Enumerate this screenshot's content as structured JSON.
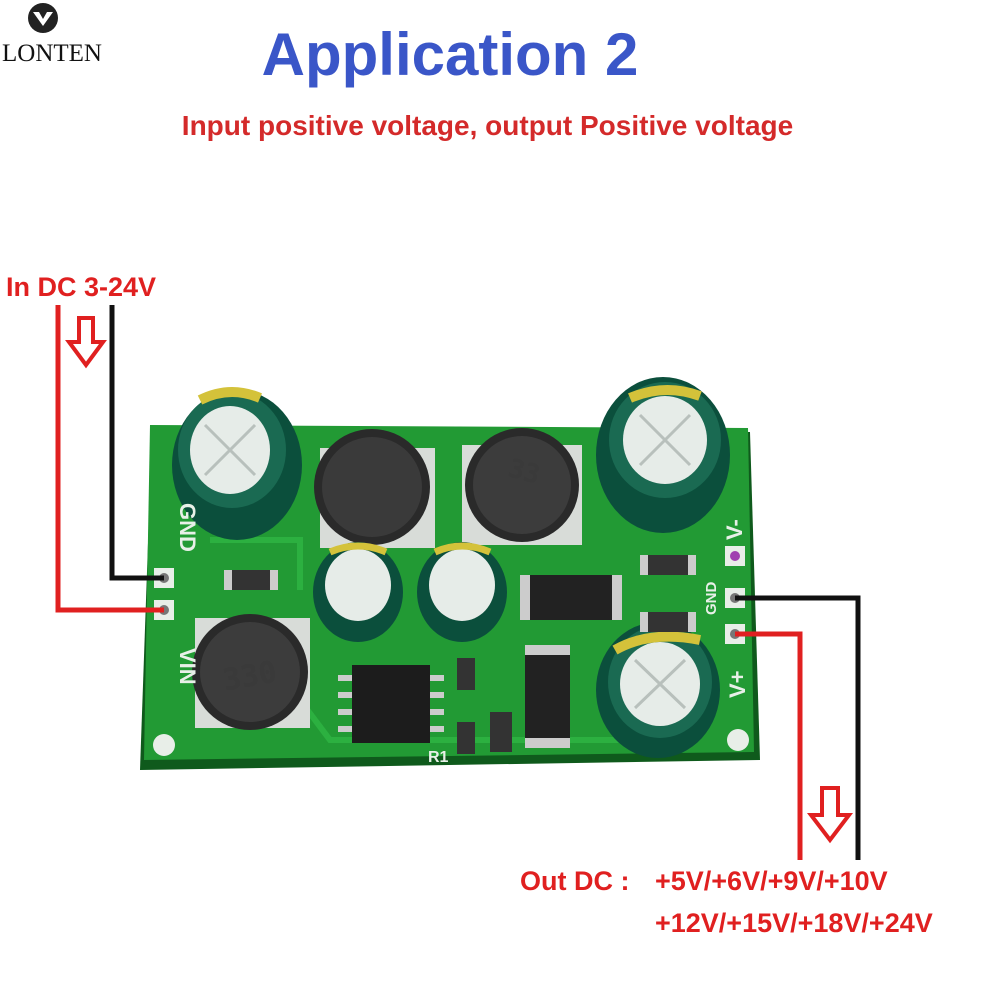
{
  "brand": {
    "name": "LONTEN"
  },
  "title": "Application 2",
  "subtitle": "Input positive voltage, output Positive voltage",
  "input": {
    "label": "In DC 3-24V"
  },
  "output": {
    "prefix": "Out DC :",
    "line1": "+5V/+6V/+9V/+10V",
    "line2": "+12V/+15V/+18V/+24V"
  },
  "board_silkscreen": {
    "gnd_left": "GND",
    "vin": "VIN",
    "v_minus": "V-",
    "gnd_right": "GND",
    "v_plus": "V+",
    "r1": "R1",
    "inductor_code": "330"
  },
  "colors": {
    "title": "#3a56c8",
    "annotation": "#e02020",
    "wire_positive": "#e02020",
    "wire_ground": "#111111",
    "pcb": "#1f8a2e"
  }
}
